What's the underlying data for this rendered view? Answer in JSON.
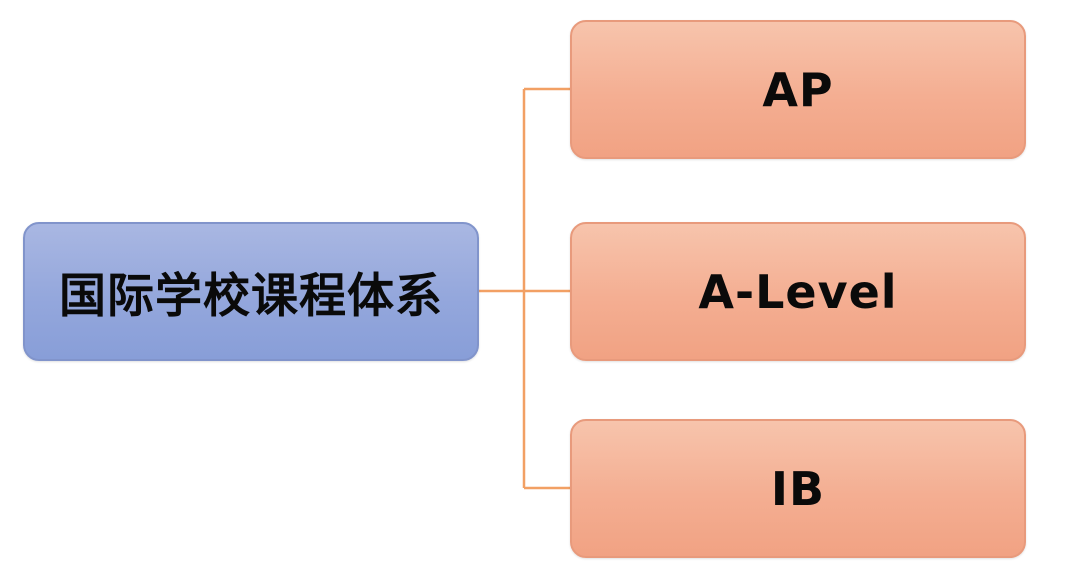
{
  "diagram": {
    "root": {
      "label": "国际学校课程体系"
    },
    "children": [
      {
        "label": "AP"
      },
      {
        "label": "A-Level"
      },
      {
        "label": "IB"
      }
    ],
    "colors": {
      "root_fill": "#94a7dc",
      "root_border": "#8194cb",
      "child_fill": "#f4ae92",
      "child_border": "#e89a7c",
      "connector": "#f2a064",
      "text": "#0a0a0a"
    }
  }
}
